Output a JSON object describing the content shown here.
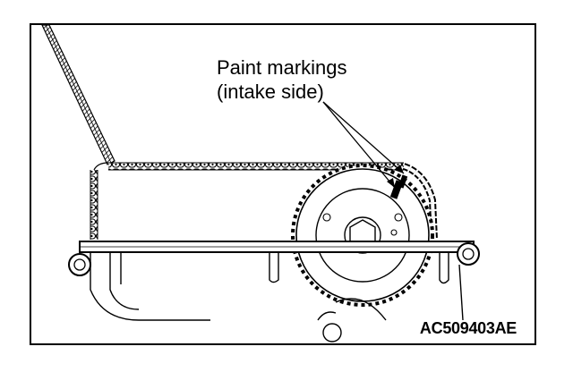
{
  "diagram": {
    "callout_line1": "Paint markings",
    "callout_line2": "(intake side)",
    "figure_code": "AC509403AE"
  },
  "colors": {
    "ink": "#000000",
    "paper": "#ffffff"
  },
  "icons": {
    "sprocket": "camshaft-sprocket",
    "chain": "timing-chain",
    "bolt": "mounting-bolt"
  }
}
